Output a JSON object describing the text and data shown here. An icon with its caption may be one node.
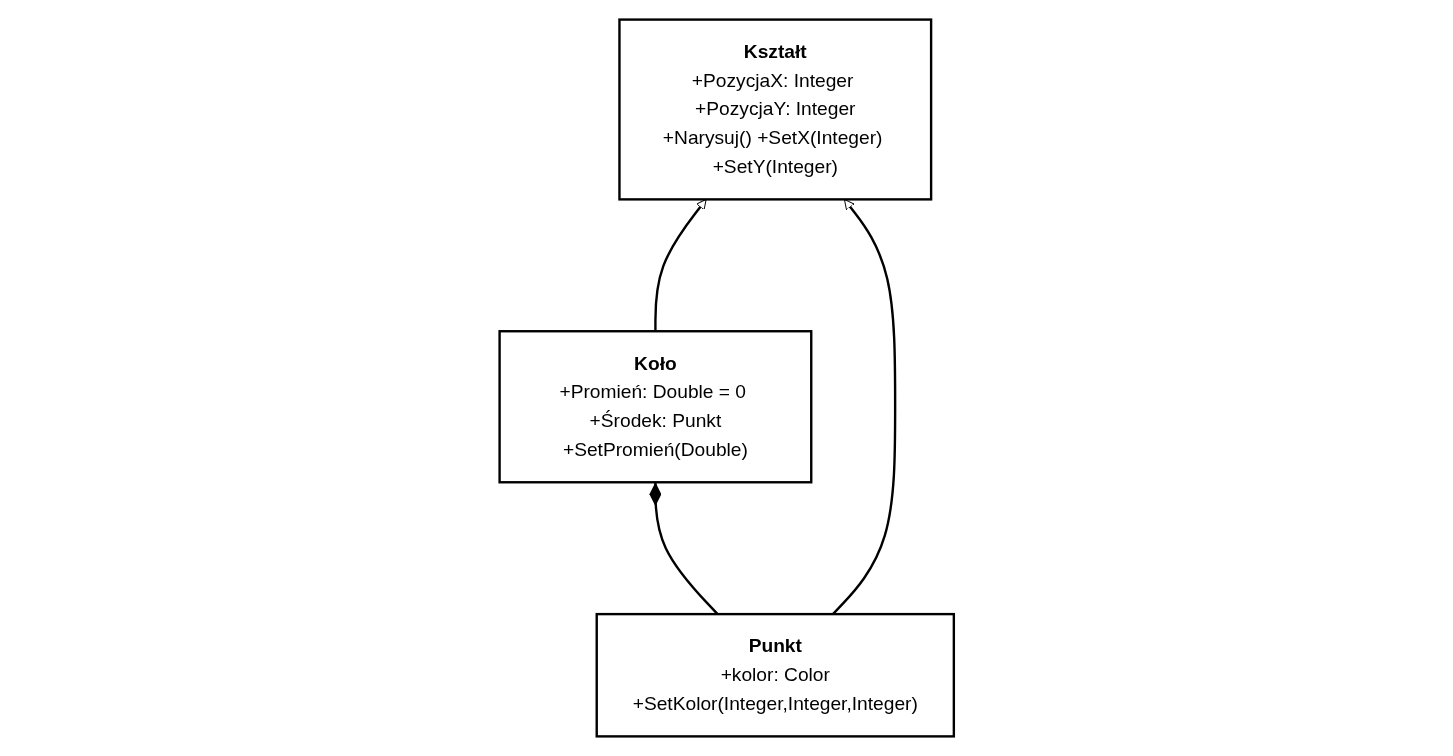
{
  "diagram": {
    "nodes": [
      {
        "text": [
          "Kształt",
          "+PozycjaX: Integer +PozycjaY: Integer",
          "+Narysuj() +SetX(Integer) +SetY(Integer)"
        ]
      },
      {
        "text": [
          "Koło",
          "+Promień: Double = 0 +Środek: Punkt",
          "+SetPromień(Double)"
        ]
      },
      {
        "text": [
          "Punkt",
          "+kolor: Color",
          "+SetKolor(Integer,Integer,Integer)"
        ]
      }
    ],
    "edges": [
      {
        "from": 1,
        "to": 0,
        "arrow": "to"
      },
      {
        "from": 2,
        "to": 0,
        "arrow": "to"
      },
      {
        "from": 2,
        "to": 1,
        "arrow": "other"
      }
    ]
  }
}
